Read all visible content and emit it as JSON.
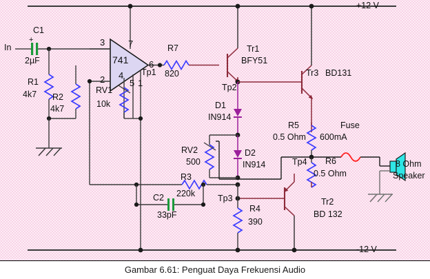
{
  "figure": {
    "caption": "Gambar 6.61: Penguat Daya Frekuensi Audio",
    "type": "schematic-circuit-diagram",
    "background_color": "#fdeef6",
    "dot_color": "#f6c9e0",
    "wire_color": "#3a3a3a",
    "resistor_color": "#3b3bff",
    "transistor_color": "#8c2a3a",
    "diode_color": "#9b1f9b",
    "cap_color": "#1a9a3a",
    "fuse_color": "#ff2020",
    "speaker_color": "#2fe6e6"
  },
  "rails": {
    "positive": "+12 V",
    "negative": "-12 V"
  },
  "input": {
    "label": "In"
  },
  "components": {
    "c1": {
      "ref": "C1",
      "value": "2µF",
      "polarity": "+"
    },
    "c2": {
      "ref": "C2",
      "value": "33pF"
    },
    "r1": {
      "ref": "R1",
      "value": "4k7"
    },
    "r2": {
      "ref": "R2",
      "value": "4k7"
    },
    "r3": {
      "ref": "R3",
      "value": "220k"
    },
    "r4": {
      "ref": "R4",
      "value": "390"
    },
    "r5": {
      "ref": "R5",
      "value": "0.5 Ohm"
    },
    "r6": {
      "ref": "R6",
      "value": "0.5 Ohm"
    },
    "r7": {
      "ref": "R7",
      "value": "820"
    },
    "rv1": {
      "ref": "RV1",
      "value": "10k"
    },
    "rv2": {
      "ref": "RV2",
      "value": "500"
    },
    "d1": {
      "ref": "D1",
      "value": "IN914"
    },
    "d2": {
      "ref": "D2",
      "value": "IN914"
    },
    "ic1": {
      "ref": "741",
      "pins": [
        "3",
        "2",
        "7",
        "6",
        "4",
        "5",
        "1"
      ]
    },
    "tr1": {
      "ref": "Tr1",
      "value": "BFY51"
    },
    "tr2": {
      "ref": "Tr2",
      "value": "BD 132"
    },
    "tr3": {
      "ref": "Tr3",
      "value": "BD131"
    },
    "fuse": {
      "ref": "Fuse",
      "value": "600mA"
    },
    "speaker": {
      "value": "8 Ohm",
      "value2": "Speaker"
    }
  },
  "testpoints": {
    "tp1": "Tp1",
    "tp2": "Tp2",
    "tp3": "Tp3",
    "tp4": "Tp4"
  }
}
